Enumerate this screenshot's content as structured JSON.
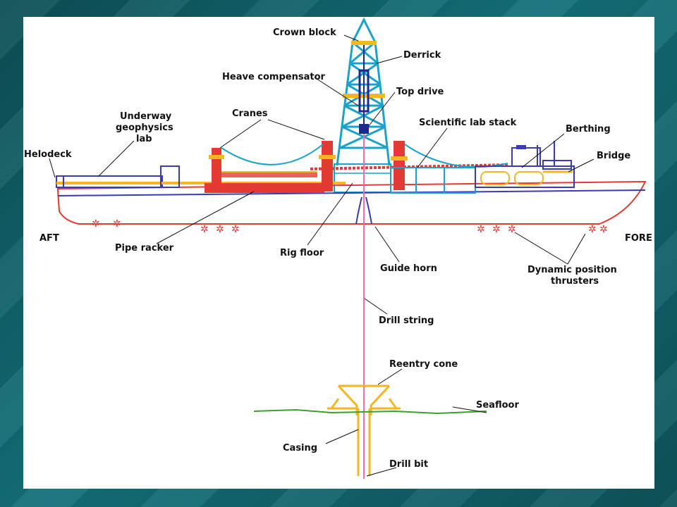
{
  "labels": {
    "crown_block": "Crown block",
    "derrick": "Derrick",
    "heave_compensator": "Heave compensator",
    "top_drive": "Top drive",
    "cranes": "Cranes",
    "underway_line1": "Underway",
    "underway_line2": "geophysics",
    "underway_line3": "lab",
    "helodeck": "Helodeck",
    "scientific_lab_stack": "Scientific lab stack",
    "berthing": "Berthing",
    "bridge": "Bridge",
    "aft": "AFT",
    "fore": "FORE",
    "pipe_racker": "Pipe racker",
    "rig_floor": "Rig floor",
    "guide_horn": "Guide horn",
    "dynamic_line1": "Dynamic position",
    "dynamic_line2": "thrusters",
    "drill_string": "Drill string",
    "reentry_cone": "Reentry cone",
    "seafloor": "Seafloor",
    "casing": "Casing",
    "drill_bit": "Drill bit"
  },
  "colors": {
    "hull": "#e53935",
    "superstructure": "#3b3bb8",
    "derrick": "#1aa3c9",
    "accent": "#f5b623",
    "crane": "#e53935",
    "drill_string": "#f06fb0",
    "seafloor": "#3aa12a",
    "background": "#0f5a5e"
  }
}
